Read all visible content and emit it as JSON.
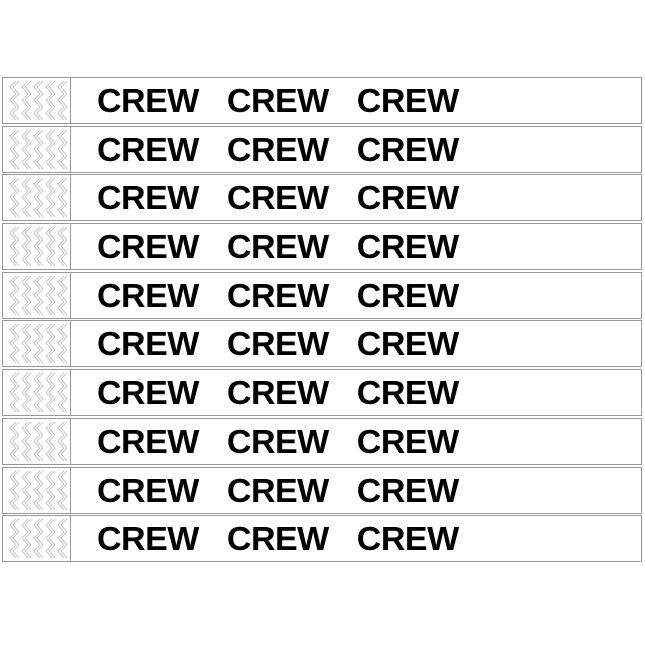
{
  "product": {
    "name": "crew-wristband-stack",
    "band_count": 10,
    "label_words": [
      "CREW",
      "CREW",
      "CREW"
    ],
    "colors": {
      "background": "#ffffff",
      "band_fill": "#ffffff",
      "band_border": "#999999",
      "label_text": "#000000",
      "zigzag_pattern": "#c8c8c8"
    }
  }
}
